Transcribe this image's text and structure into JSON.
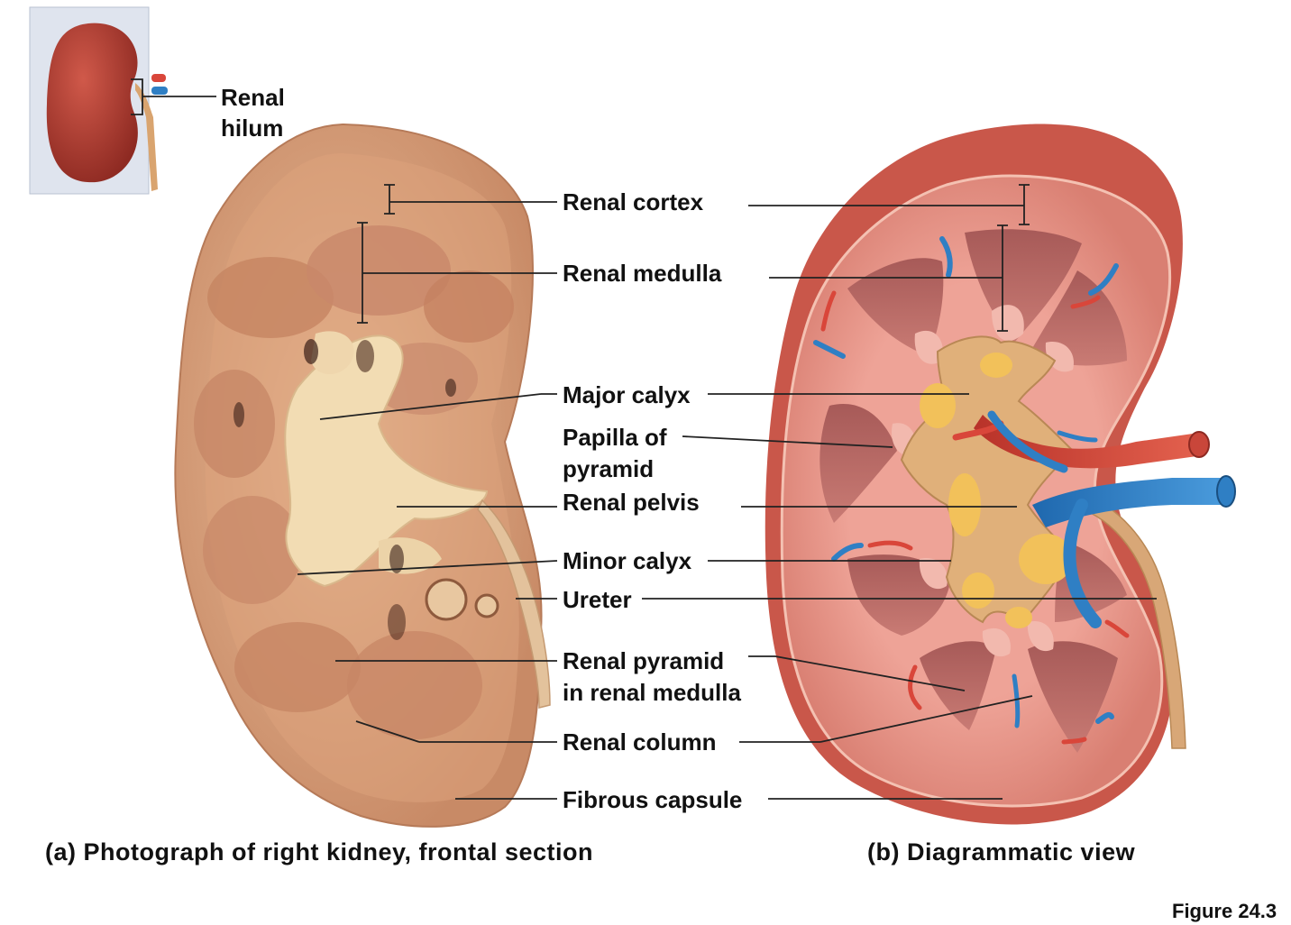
{
  "labels": {
    "renal_hilum": [
      "Renal",
      "hilum"
    ],
    "renal_cortex": "Renal cortex",
    "renal_medulla": "Renal medulla",
    "major_calyx": "Major calyx",
    "papilla": [
      "Papilla of",
      "pyramid"
    ],
    "renal_pelvis": "Renal pelvis",
    "minor_calyx": "Minor calyx",
    "ureter": "Ureter",
    "renal_pyramid": [
      "Renal pyramid",
      "in renal medulla"
    ],
    "renal_column": "Renal column",
    "fibrous_capsule": "Fibrous capsule"
  },
  "captions": {
    "a": "(a) Photograph of right kidney, frontal section",
    "b": "(b) Diagrammatic view"
  },
  "figure_number": "Figure 24.3",
  "colors": {
    "photo_tissue": "#d9a27e",
    "photo_cortex": "#e6b48f",
    "photo_medulla": "#c48866",
    "photo_pelvis": "#f0d9b0",
    "diagram_cortex": "#e8998c",
    "diagram_pyramid": "#b96a66",
    "diagram_pelvis": "#e0b27a",
    "diagram_fat": "#f2c15a",
    "artery": "#d9463a",
    "vein": "#2f7fc4",
    "ureter": "#d8a777",
    "inset_kidney": "#a8352a"
  }
}
